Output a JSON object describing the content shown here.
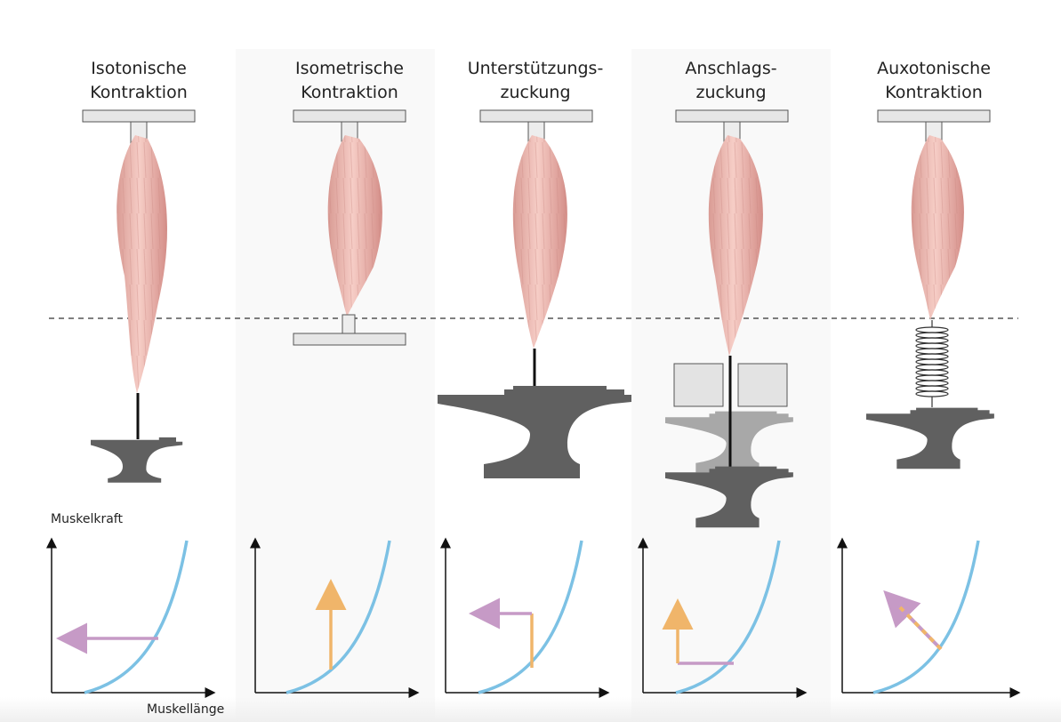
{
  "columns": [
    {
      "id": "isotonic",
      "title": [
        "Isotonische",
        "Kontraktion"
      ]
    },
    {
      "id": "isometric",
      "title": [
        "Isometrische",
        "Kontraktion"
      ]
    },
    {
      "id": "support",
      "title": [
        "Unterstützungs-",
        "zuckung"
      ]
    },
    {
      "id": "impact",
      "title": [
        "Anschlags-",
        "zuckung"
      ]
    },
    {
      "id": "auxotonic",
      "title": [
        "Auxotonische",
        "Kontraktion"
      ]
    }
  ],
  "axes": {
    "y_label": "Muskelkraft",
    "x_label": "Muskellänge"
  },
  "colors": {
    "curve": "#7cc1e4",
    "length_arrow": "#c69ac6",
    "force_arrow": "#f0b56a",
    "anvil": "#606060",
    "anvil_light": "#a8a8a8",
    "plate": "#e6e6e6",
    "muscle": "#efb8b0"
  },
  "chart_data": [
    {
      "type": "line",
      "panel": "isotonic",
      "curve": "passive length–force curve",
      "arrows": [
        {
          "color": "length_arrow",
          "direction": "left"
        }
      ]
    },
    {
      "type": "line",
      "panel": "isometric",
      "curve": "passive length–force curve",
      "arrows": [
        {
          "color": "force_arrow",
          "direction": "up"
        }
      ]
    },
    {
      "type": "line",
      "panel": "support",
      "curve": "passive length–force curve",
      "arrows": [
        {
          "color": "force_arrow",
          "direction": "up"
        },
        {
          "color": "length_arrow",
          "direction": "left"
        }
      ]
    },
    {
      "type": "line",
      "panel": "impact",
      "curve": "passive length–force curve",
      "arrows": [
        {
          "color": "length_arrow",
          "direction": "left"
        },
        {
          "color": "force_arrow",
          "direction": "up"
        }
      ]
    },
    {
      "type": "line",
      "panel": "auxotonic",
      "curve": "passive length–force curve",
      "arrows": [
        {
          "color": "mixed",
          "direction": "up-left"
        }
      ]
    }
  ]
}
